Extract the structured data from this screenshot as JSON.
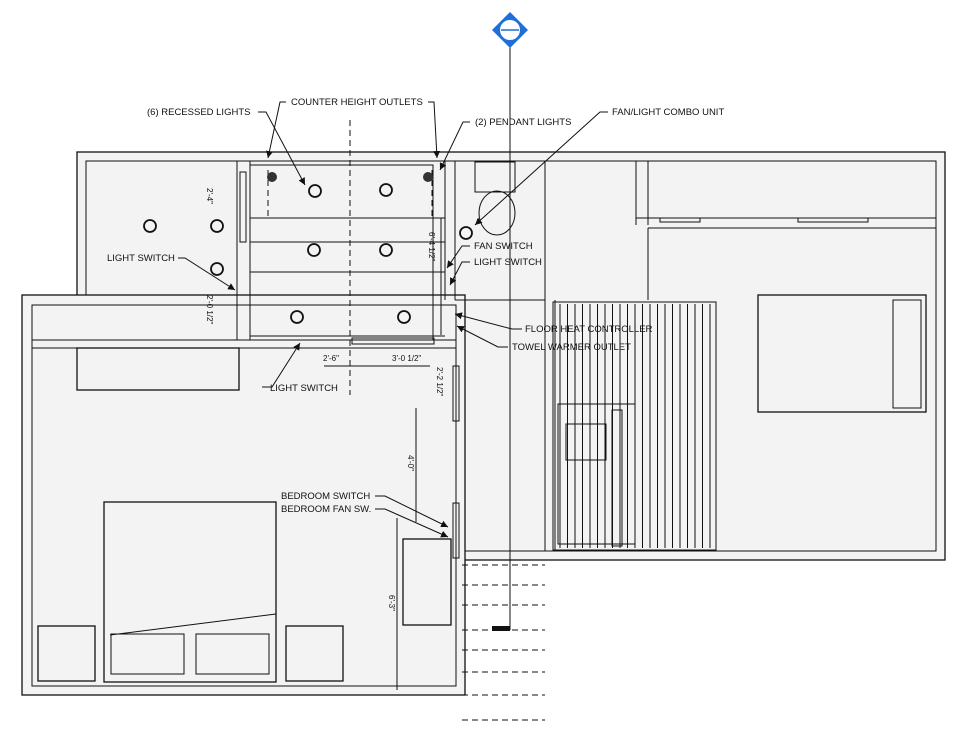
{
  "labels": {
    "recessed_lights": "(6) RECESSED LIGHTS",
    "counter_outlets": "COUNTER HEIGHT OUTLETS",
    "pendant_lights": "(2) PENDANT LIGHTS",
    "fan_light_combo": "FAN/LIGHT COMBO UNIT",
    "fan_switch": "FAN SWITCH",
    "light_switch_right": "LIGHT SWITCH",
    "light_switch_left": "LIGHT SWITCH",
    "light_switch_bottom": "LIGHT SWITCH",
    "floor_heat": "FLOOR HEAT CONTROLLER",
    "towel_warmer": "TOWEL WARMER OUTLET",
    "bedroom_switch": "BEDROOM SWITCH",
    "bedroom_fan": "BEDROOM FAN SW."
  },
  "dimensions": {
    "d1": "2'-4\"",
    "d2": "2'-0 1/2\"",
    "d3": "6'-4 1/2\"",
    "d4": "2'-6\"",
    "d5": "3'-0 1/2\"",
    "d6": "2'-2 1/2\"",
    "d7": "4'-0\"",
    "d8": "6'-3\""
  },
  "colors": {
    "section_marker": "#1e6fd9"
  }
}
